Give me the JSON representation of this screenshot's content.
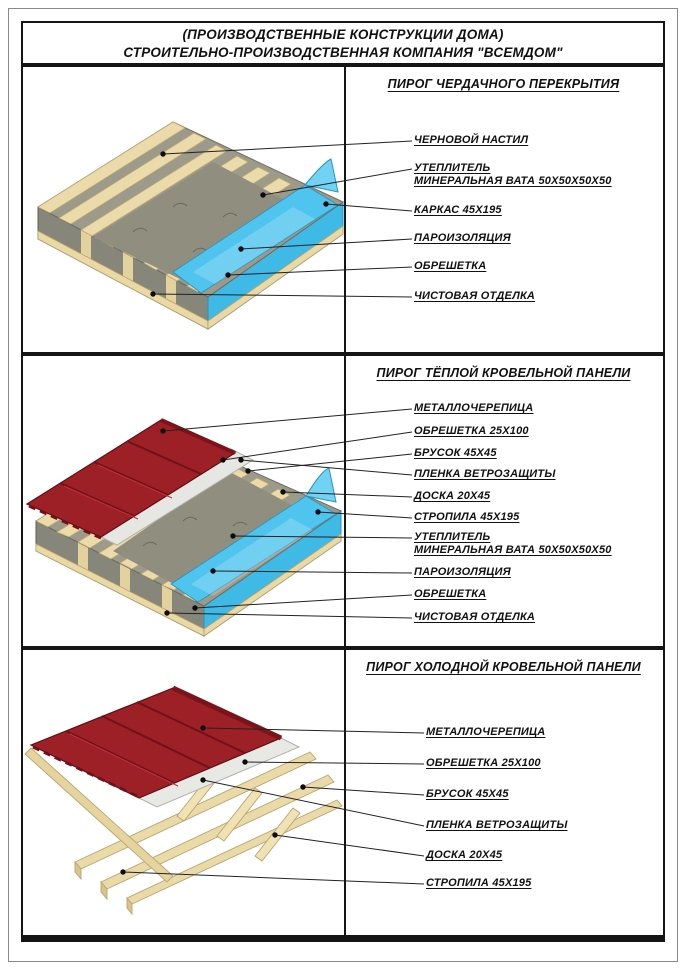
{
  "header": {
    "line1": "(ПРОИЗВОДСТВЕННЫЕ КОНСТРУКЦИИ ДОМА)",
    "line2": "СТРОИТЕЛЬНО-ПРОИЗВОДСТВЕННАЯ КОМПАНИЯ \"ВСЕМДОМ\""
  },
  "panels": [
    {
      "title": "ПИРОГ ЧЕРДАЧНОГО ПЕРЕКРЫТИЯ",
      "labels": [
        "ЧЕРНОВОЙ НАСТИЛ",
        "УТЕПЛИТЕЛЬ\nМИНЕРАЛЬНАЯ ВАТА  50Х50Х50Х50",
        "КАРКАС 45Х195",
        "ПАРОИЗОЛЯЦИЯ",
        "ОБРЕШЕТКА",
        "ЧИСТОВАЯ ОТДЕЛКА"
      ]
    },
    {
      "title": "ПИРОГ ТЁПЛОЙ КРОВЕЛЬНОЙ ПАНЕЛИ",
      "labels": [
        "МЕТАЛЛОЧЕРЕПИЦА",
        "ОБРЕШЕТКА 25Х100",
        "БРУСОК 45Х45",
        "ПЛЕНКА ВЕТРОЗАЩИТЫ",
        "ДОСКА 20Х45",
        "СТРОПИЛА 45Х195",
        "УТЕПЛИТЕЛЬ\nМИНЕРАЛЬНАЯ ВАТА  50Х50Х50Х50",
        "ПАРОИЗОЛЯЦИЯ",
        "ОБРЕШЕТКА",
        "ЧИСТОВАЯ ОТДЕЛКА"
      ]
    },
    {
      "title": "ПИРОГ ХОЛОДНОЙ КРОВЕЛЬНОЙ ПАНЕЛИ",
      "labels": [
        "МЕТАЛЛОЧЕРЕПИЦА",
        "ОБРЕШЕТКА 25Х100",
        "БРУСОК 45Х45",
        "ПЛЕНКА ВЕТРОЗАЩИТЫ",
        "ДОСКА 20Х45",
        "СТРОПИЛА 45Х195"
      ]
    }
  ],
  "legend_colors": {
    "metal_tile_red": "#9e2027",
    "vapor_film_blue": "#4ec4ee",
    "wood_cream": "#ecdbaa",
    "mineral_wool_gray": "#8f8e7f",
    "wind_film_white": "#e6e6e2"
  }
}
